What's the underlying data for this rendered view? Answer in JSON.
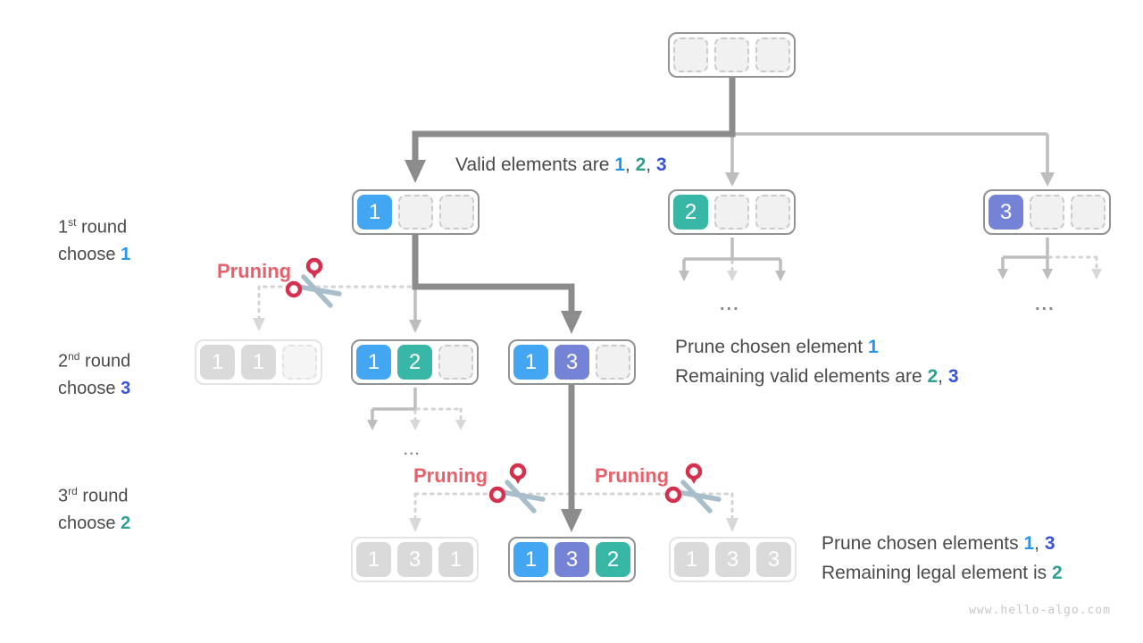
{
  "watermark": "www.hello-algo.com",
  "ellipsis": "...",
  "pruning_label": "Pruning",
  "palette": {
    "blue_cell": "#43A6F2",
    "teal_cell": "#38B7A7",
    "indigo_cell": "#7583D6",
    "pruned_cell": "#DADADA",
    "blue_text": "#2496F2",
    "teal_text": "#2E9F90",
    "indigo_text": "#3953D8",
    "pruning_red": "#E7606A",
    "dark_line": "#8C8C8C",
    "light_line": "#BDBDBD",
    "dotted_line": "#D3D3D3"
  },
  "rounds": [
    {
      "ordinal": "1",
      "suffix": "st",
      "round_word": " round",
      "choose_word": "choose ",
      "value": "1"
    },
    {
      "ordinal": "2",
      "suffix": "nd",
      "round_word": " round",
      "choose_word": "choose ",
      "value": "3"
    },
    {
      "ordinal": "3",
      "suffix": "rd",
      "round_word": " round",
      "choose_word": "choose ",
      "value": "2"
    }
  ],
  "captions": {
    "valid": {
      "prefix": "Valid elements are ",
      "n1": "1",
      "sep1": ", ",
      "n2": "2",
      "sep2": ", ",
      "n3": "3"
    },
    "prune1_line1": {
      "prefix": "Prune chosen element ",
      "n1": "1"
    },
    "prune1_line2": {
      "prefix": "Remaining valid elements are ",
      "n1": "2",
      "sep": ", ",
      "n2": "3"
    },
    "prune2_line1": {
      "prefix": "Prune chosen elements ",
      "n1": "1",
      "sep": ", ",
      "n2": "3"
    },
    "prune2_line2": {
      "prefix": "Remaining legal element is ",
      "n1": "2"
    }
  },
  "tree": {
    "root": {
      "cells": [
        "",
        "",
        ""
      ]
    },
    "level1": [
      {
        "cells": [
          "1",
          "",
          ""
        ]
      },
      {
        "cells": [
          "2",
          "",
          ""
        ]
      },
      {
        "cells": [
          "3",
          "",
          ""
        ]
      }
    ],
    "level2": [
      {
        "cells": [
          "1",
          "1",
          ""
        ],
        "pruned": true
      },
      {
        "cells": [
          "1",
          "2",
          ""
        ]
      },
      {
        "cells": [
          "1",
          "3",
          ""
        ]
      }
    ],
    "level3": [
      {
        "cells": [
          "1",
          "3",
          "1"
        ],
        "pruned": true
      },
      {
        "cells": [
          "1",
          "3",
          "2"
        ]
      },
      {
        "cells": [
          "1",
          "3",
          "3"
        ],
        "pruned": true
      }
    ]
  }
}
